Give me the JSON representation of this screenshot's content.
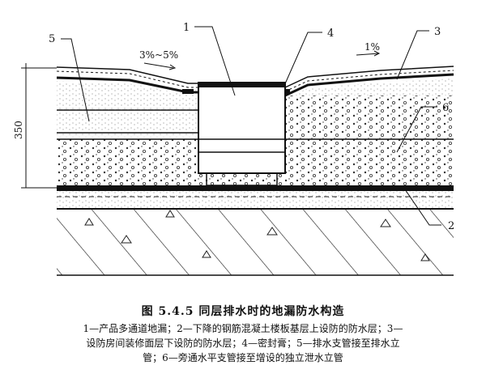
{
  "labels": {
    "l1": "1",
    "l2": "2",
    "l3": "3",
    "l4": "4",
    "l5": "5",
    "l6": "6"
  },
  "slope_left": "3%~5%",
  "slope_right": "1%",
  "dimension": "350",
  "caption": {
    "title": "图 5.4.5   同层排水时的地漏防水构造",
    "line1": "1—产品多通道地漏；2—下降的钢筋混凝土楼板基层上设防的防水层；3—",
    "line2": "设防房间装修面层下设防的防水层；4—密封膏；5—排水支管接至排水立",
    "line3": "管；6—旁通水平支管接至增设的独立泄水立管"
  }
}
